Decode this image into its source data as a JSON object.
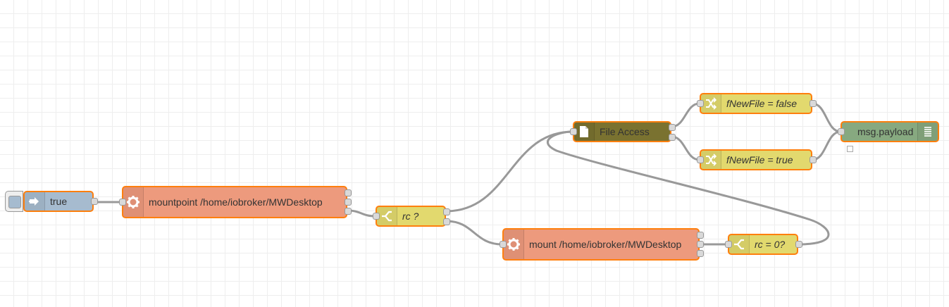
{
  "workspace": {
    "background": "#ffffff",
    "grid_color": "#eeeeee",
    "wire_color": "#999999",
    "selection_border": "#ff7f0e"
  },
  "nodes": {
    "inject": {
      "label": "true",
      "color": "#a6bbcf",
      "icon": "arrow-in-icon"
    },
    "exec_mountpoint": {
      "label": "mountpoint /home/iobroker/MWDesktop",
      "color": "#ed9a7d",
      "icon": "gear-icon"
    },
    "switch_rc": {
      "label": "rc ?",
      "color": "#e2d96e",
      "icon": "switch-icon"
    },
    "exec_mount": {
      "label": "mount /home/iobroker/MWDesktop",
      "color": "#ed9a7d",
      "icon": "gear-icon"
    },
    "switch_rc0": {
      "label": "rc = 0?",
      "color": "#e2d96e",
      "icon": "switch-icon"
    },
    "file_access": {
      "label": "File Access",
      "color": "#7a7230",
      "icon": "file-icon"
    },
    "change_false": {
      "label": "fNewFile = false",
      "color": "#e2d96e",
      "icon": "shuffle-icon"
    },
    "change_true": {
      "label": "fNewFile = true",
      "color": "#e2d96e",
      "icon": "shuffle-icon"
    },
    "debug": {
      "label": "msg.payload",
      "color": "#87a980",
      "icon": "list-icon"
    }
  }
}
